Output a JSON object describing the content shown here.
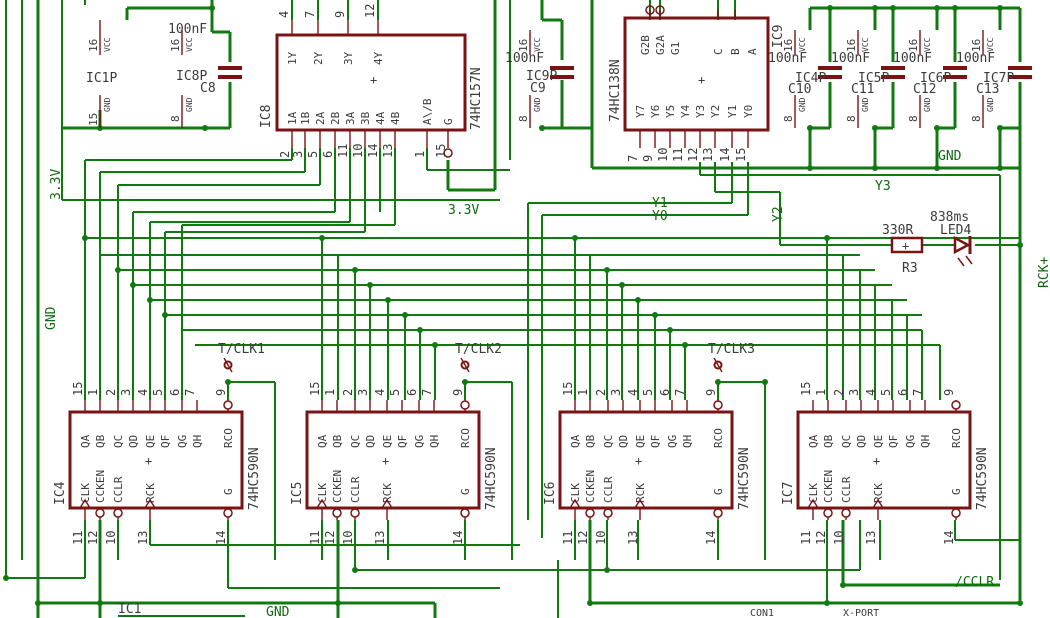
{
  "net_labels": {
    "gnd_left": "GND",
    "gnd_bottom": "GND",
    "gnd_right": "GND",
    "v33_left": "3.3V",
    "v33_mid": "3.3V",
    "y0": "Y0",
    "y1": "Y1",
    "y2": "Y2",
    "y3": "Y3",
    "tclk1": "T/CLK1",
    "tclk2": "T/CLK2",
    "tclk3": "T/CLK3",
    "rck": "RCK+",
    "cclr": "/CCLR",
    "con1": "CON1",
    "xport": "X-PORT",
    "ic1": "IC1"
  },
  "caps": [
    {
      "name": "C8",
      "value": "100nF",
      "ic": "IC8P"
    },
    {
      "name": "C9",
      "value": "100nF",
      "ic": "IC9P"
    },
    {
      "name": "C10",
      "value": "100nF",
      "ic": "IC4P"
    },
    {
      "name": "C11",
      "value": "100nF",
      "ic": "IC5P"
    },
    {
      "name": "C12",
      "value": "100nF",
      "ic": "IC6P"
    },
    {
      "name": "C13",
      "value": "100nF",
      "ic": "IC7P"
    }
  ],
  "power_pins": {
    "vcc": "VCC",
    "gnd": "GND",
    "vcc_pin": "16",
    "gnd_pin": "8",
    "ic1p": "IC1P",
    "ic1p_vcc_pin": "16",
    "ic1p_gnd_pin": "15"
  },
  "ic8": {
    "name": "IC8",
    "part": "74HC157N",
    "top_pins": [
      "1Y",
      "2Y",
      "3Y",
      "4Y"
    ],
    "top_nums": [
      "4",
      "7",
      "9",
      "12"
    ],
    "bot_pins": [
      "1A",
      "1B",
      "2A",
      "2B",
      "3A",
      "3B",
      "4A",
      "4B",
      "A\\/B",
      "G"
    ],
    "bot_nums": [
      "2",
      "3",
      "5",
      "6",
      "11",
      "10",
      "14",
      "13",
      "1",
      "15"
    ]
  },
  "ic9": {
    "name": "IC9",
    "part": "74HC138N",
    "top_pins": [
      "G2B",
      "G2A",
      "G1",
      "C",
      "B",
      "A"
    ],
    "bot_pins": [
      "Y7",
      "Y6",
      "Y5",
      "Y4",
      "Y3",
      "Y2",
      "Y1",
      "Y0"
    ],
    "bot_nums": [
      "7",
      "9",
      "10",
      "11",
      "12",
      "13",
      "14",
      "15"
    ]
  },
  "counters": [
    {
      "name": "IC4",
      "part": "74HC590N"
    },
    {
      "name": "IC5",
      "part": "74HC590N"
    },
    {
      "name": "IC6",
      "part": "74HC590N"
    },
    {
      "name": "IC7",
      "part": "74HC590N"
    }
  ],
  "counter_pins": {
    "top": [
      "QA",
      "QB",
      "QC",
      "QD",
      "QE",
      "QF",
      "QG",
      "QH",
      "RCO"
    ],
    "top_nums": [
      "15",
      "1",
      "2",
      "3",
      "4",
      "5",
      "6",
      "7",
      "9"
    ],
    "left": [
      "CLK",
      "CCKEN",
      "CCLR",
      "RCK"
    ],
    "bottom_right": "G",
    "bot_nums": [
      "11",
      "12",
      "10",
      "13",
      "14"
    ]
  },
  "r3": {
    "name": "R3",
    "value": "330R"
  },
  "led4": {
    "name": "LED4",
    "value": "838ms"
  },
  "colors": {
    "wire": "#107a10",
    "component": "#7a1414",
    "text": "#3c3c3c"
  }
}
